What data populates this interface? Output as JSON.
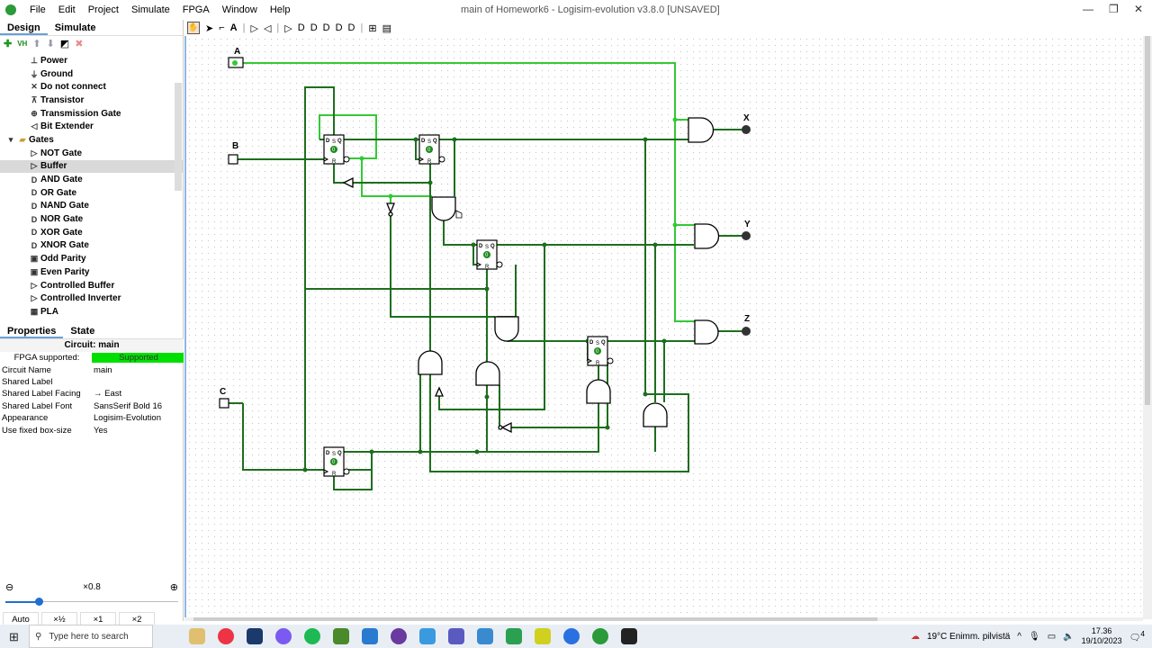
{
  "window": {
    "title": "main of Homework6 - Logisim-evolution v3.8.0 [UNSAVED]"
  },
  "menu": [
    "File",
    "Edit",
    "Project",
    "Simulate",
    "FPGA",
    "Window",
    "Help"
  ],
  "left_tabs": {
    "design": "Design",
    "simulate": "Simulate"
  },
  "tree": {
    "items": [
      {
        "label": "Power",
        "icon": "power-icon",
        "glyph": "⊥"
      },
      {
        "label": "Ground",
        "icon": "ground-icon",
        "glyph": "⏚"
      },
      {
        "label": "Do not connect",
        "icon": "x-icon",
        "glyph": "✕"
      },
      {
        "label": "Transistor",
        "icon": "transistor-icon",
        "glyph": "⊼"
      },
      {
        "label": "Transmission Gate",
        "icon": "transmission-gate-icon",
        "glyph": "⊕"
      },
      {
        "label": "Bit Extender",
        "icon": "bit-extender-icon",
        "glyph": "◁"
      }
    ],
    "folder": {
      "label": "Gates",
      "icon": "folder-icon"
    },
    "gates": [
      {
        "label": "NOT Gate",
        "glyph": "▷"
      },
      {
        "label": "Buffer",
        "glyph": "▷",
        "selected": true
      },
      {
        "label": "AND Gate",
        "glyph": "D"
      },
      {
        "label": "OR Gate",
        "glyph": "D"
      },
      {
        "label": "NAND Gate",
        "glyph": "D"
      },
      {
        "label": "NOR Gate",
        "glyph": "D"
      },
      {
        "label": "XOR Gate",
        "glyph": "D"
      },
      {
        "label": "XNOR Gate",
        "glyph": "D"
      },
      {
        "label": "Odd Parity",
        "glyph": "▣"
      },
      {
        "label": "Even Parity",
        "glyph": "▣"
      },
      {
        "label": "Controlled Buffer",
        "glyph": "▷"
      },
      {
        "label": "Controlled Inverter",
        "glyph": "▷"
      },
      {
        "label": "PLA",
        "glyph": "▦"
      }
    ]
  },
  "props_tabs": {
    "properties": "Properties",
    "state": "State"
  },
  "props": {
    "header": "Circuit: main",
    "rows": [
      {
        "k": "FPGA supported:",
        "v": "Supported"
      },
      {
        "k": "Circuit Name",
        "v": "main"
      },
      {
        "k": "Shared Label",
        "v": ""
      },
      {
        "k": "Shared Label Facing",
        "v": "→ East"
      },
      {
        "k": "Shared Label Font",
        "v": "SansSerif Bold 16"
      },
      {
        "k": "Appearance",
        "v": "Logisim-Evolution"
      },
      {
        "k": "Use fixed box-size",
        "v": "Yes"
      }
    ]
  },
  "zoom": {
    "label": "×0.8",
    "value": 0.8,
    "buttons": [
      "Auto",
      "×½",
      "×1",
      "×2"
    ]
  },
  "circuit": {
    "inputs": {
      "a": "A",
      "b": "B",
      "c": "C"
    },
    "outputs": {
      "x": "X",
      "y": "Y",
      "z": "Z"
    },
    "ff": {
      "d": "D",
      "s": "S",
      "q": "Q",
      "r": "R",
      "state": "0"
    }
  },
  "taskbar": {
    "search": "Type here to search",
    "weather": "19°C  Enimm. pilvistä",
    "time": "17.36",
    "date": "19/10/2023",
    "notifications": "4"
  },
  "colors": {
    "wire_dark": "#1e6e1e",
    "wire_bright": "#34c934",
    "supported": "#00e000"
  }
}
